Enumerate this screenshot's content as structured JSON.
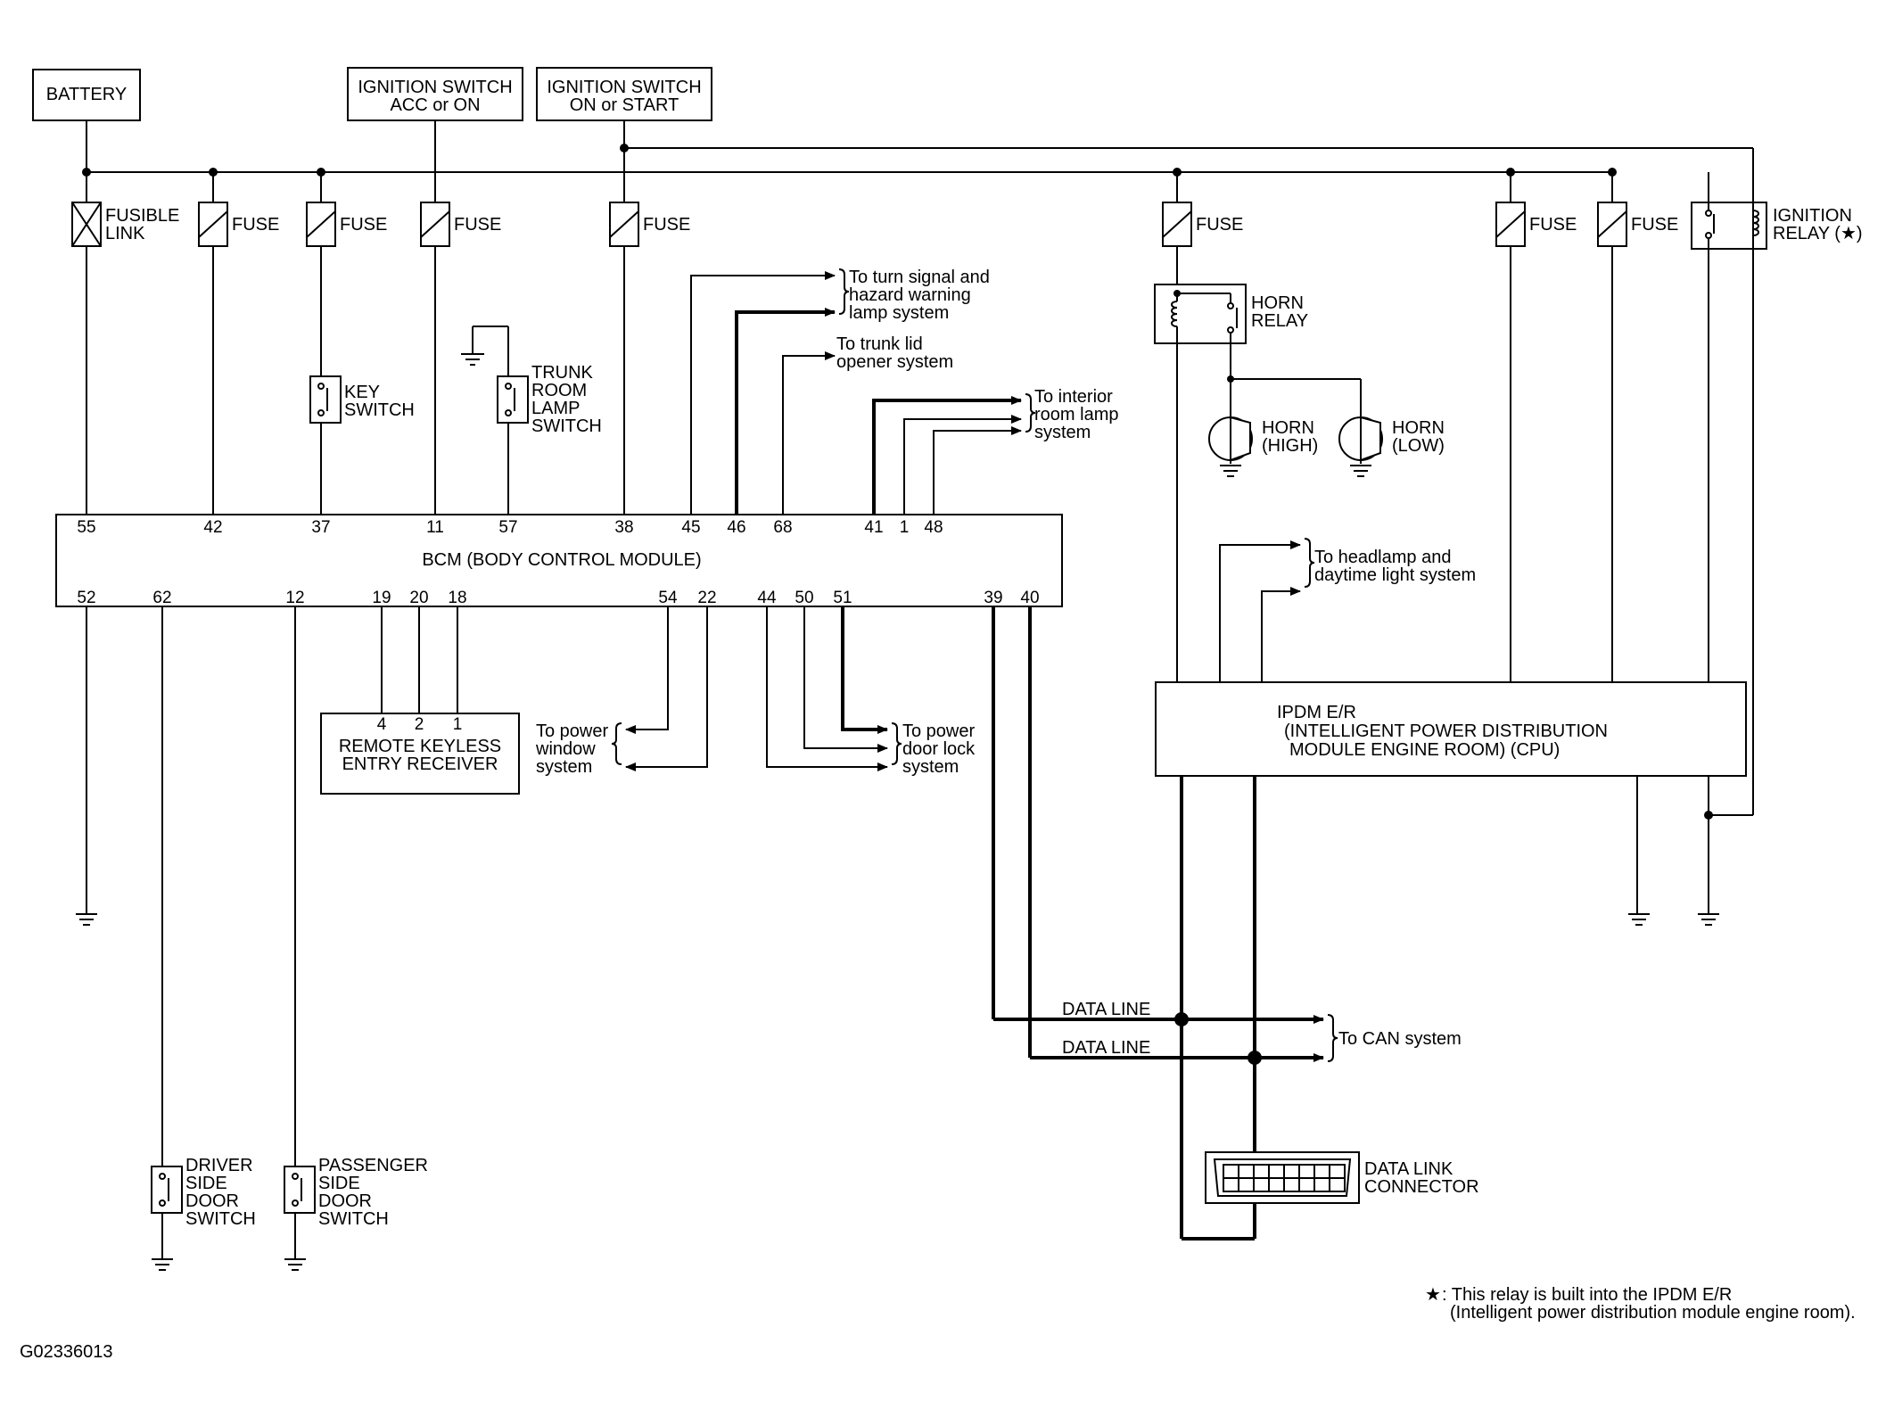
{
  "sources": {
    "battery": "BATTERY",
    "ign_acc_1": "IGNITION SWITCH",
    "ign_acc_2": "ACC or ON",
    "ign_on_1": "IGNITION SWITCH",
    "ign_on_2": "ON or START"
  },
  "fuses": {
    "fusible_1": "FUSIBLE",
    "fusible_2": "LINK",
    "fuse": "FUSE"
  },
  "switches": {
    "key_1": "KEY",
    "key_2": "SWITCH",
    "trunk_1": "TRUNK",
    "trunk_2": "ROOM",
    "trunk_3": "LAMP",
    "trunk_4": "SWITCH",
    "driver_1": "DRIVER",
    "driver_2": "SIDE",
    "driver_3": "DOOR",
    "driver_4": "SWITCH",
    "pass_1": "PASSENGER",
    "pass_2": "SIDE",
    "pass_3": "DOOR",
    "pass_4": "SWITCH"
  },
  "bcm": {
    "title": "BCM (BODY CONTROL MODULE)",
    "top_pins": [
      "55",
      "42",
      "37",
      "11",
      "57",
      "38",
      "45",
      "46",
      "68",
      "41",
      "1",
      "48"
    ],
    "bottom_pins": [
      "52",
      "62",
      "12",
      "19",
      "20",
      "18",
      "54",
      "22",
      "44",
      "50",
      "51",
      "39",
      "40"
    ]
  },
  "receiver": {
    "pins": [
      "4",
      "2",
      "1"
    ],
    "line1": "REMOTE KEYLESS",
    "line2": "ENTRY RECEIVER"
  },
  "destinations": {
    "turn_1": "To turn signal and",
    "turn_2": "hazard warning",
    "turn_3": "lamp system",
    "trunk_1": "To trunk lid",
    "trunk_2": "opener system",
    "interior_1": "To interior",
    "interior_2": "room lamp",
    "interior_3": "system",
    "window_1": "To power",
    "window_2": "window",
    "window_3": "system",
    "door_1": "To power",
    "door_2": "door lock",
    "door_3": "system",
    "headlamp_1": "To headlamp and",
    "headlamp_2": "daytime light system",
    "can": "To CAN system"
  },
  "horn": {
    "relay_1": "HORN",
    "relay_2": "RELAY",
    "high_1": "HORN",
    "high_2": "(HIGH)",
    "low_1": "HORN",
    "low_2": "(LOW)"
  },
  "ignition_relay": {
    "line1": "IGNITION",
    "line2": "RELAY (★)"
  },
  "ipdm": {
    "line1": "IPDM E/R",
    "line2": "(INTELLIGENT POWER DISTRIBUTION",
    "line3": "MODULE ENGINE ROOM) (CPU)"
  },
  "data_lines": {
    "line_a": "DATA LINE",
    "line_b": "DATA LINE"
  },
  "dlc": {
    "line1": "DATA LINK",
    "line2": "CONNECTOR"
  },
  "footnote": {
    "star": "★",
    "line1": ": This relay is built into the IPDM E/R",
    "line2": "(Intelligent power distribution module engine room)."
  },
  "figure_id": "G02336013"
}
